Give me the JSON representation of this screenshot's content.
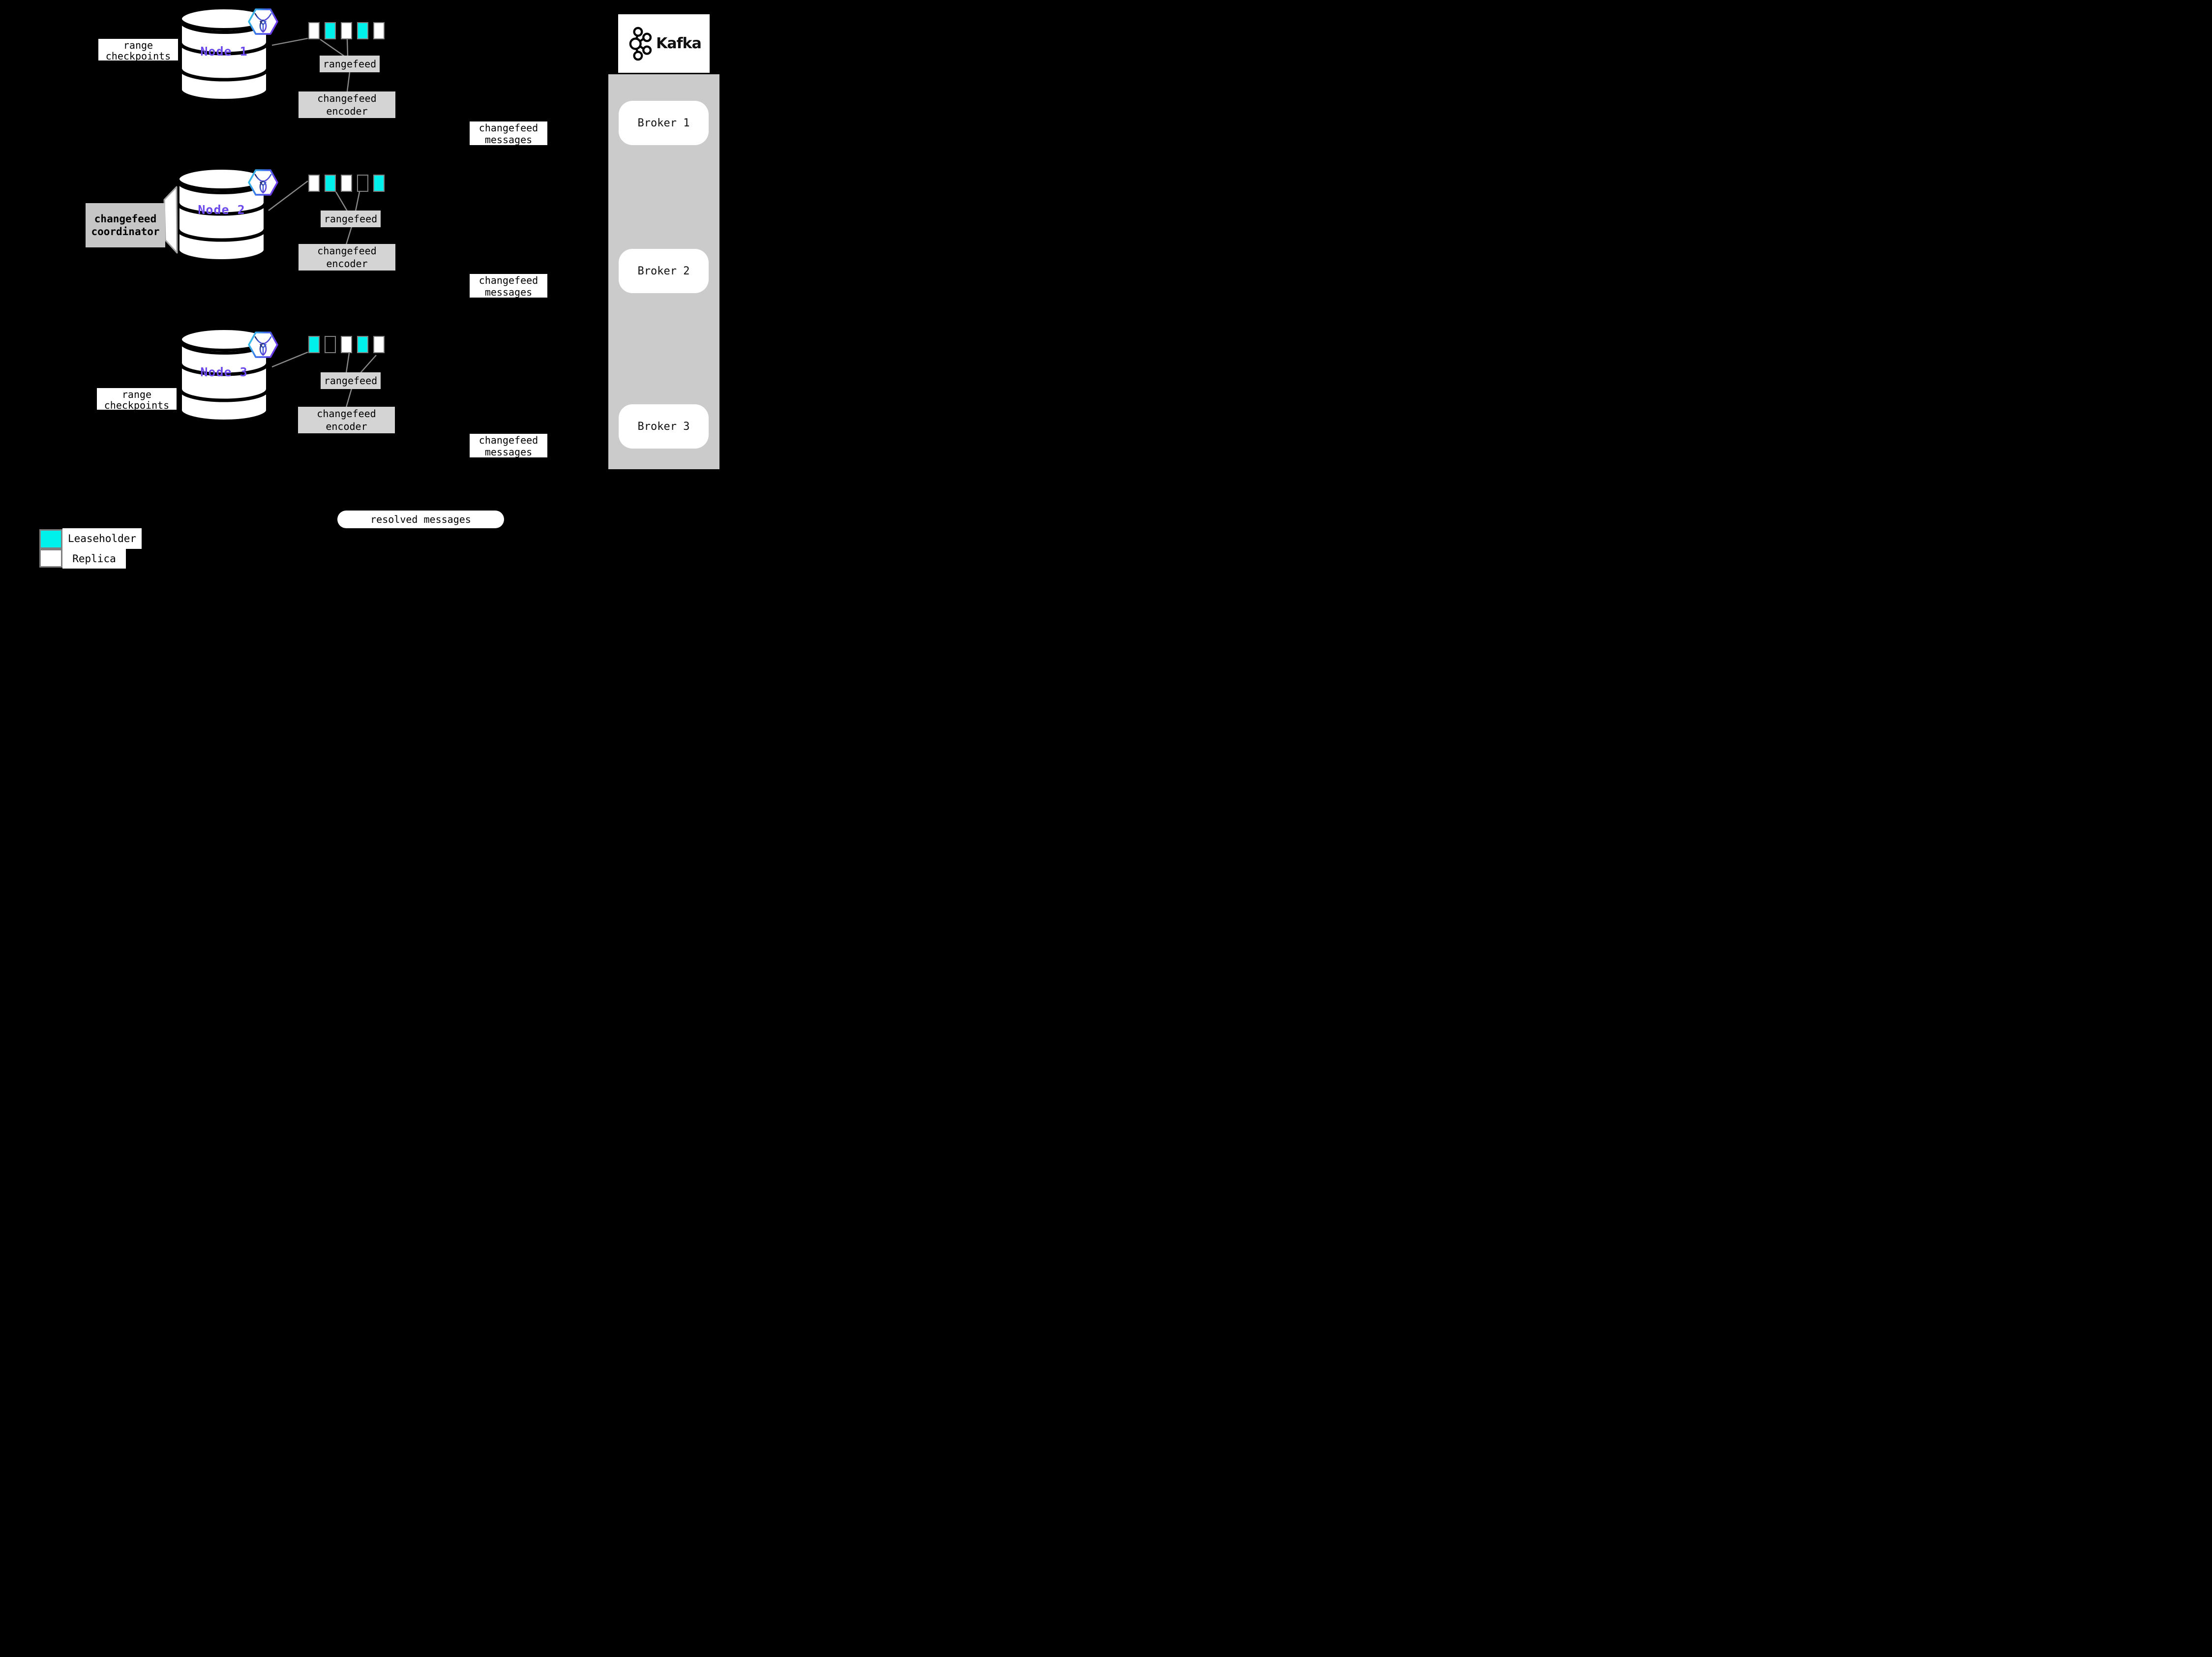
{
  "colors": {
    "background": "#000000",
    "leaseholder": "#00F0EC",
    "replica_fill": "#FFFFFF",
    "empty_fill": "#000000",
    "swatch_border": "#7F7F7F",
    "box_gray": "#D4D4D4",
    "coordinator_gray": "#C6C6C6",
    "container_gray": "#CBCBCB",
    "node_label": "#6B49EC",
    "line_gray": "#8A8A8A",
    "white": "#FFFFFF",
    "crdb_cyan": "#35D6E8",
    "crdb_purple": "#6A3BE8"
  },
  "nodes": [
    {
      "name": "Node 1",
      "side_label": "range checkpoints",
      "replicas": [
        "replica",
        "leaseholder",
        "replica",
        "leaseholder",
        "replica"
      ],
      "rangefeed": "rangefeed",
      "encoder": "changefeed encoder"
    },
    {
      "name": "Node 2",
      "side_label": "changefeed coordinator",
      "replicas": [
        "replica",
        "leaseholder",
        "replica",
        "empty",
        "leaseholder"
      ],
      "rangefeed": "rangefeed",
      "encoder": "changefeed encoder"
    },
    {
      "name": "Node 3",
      "side_label": "range checkpoints",
      "replicas": [
        "leaseholder",
        "empty",
        "replica",
        "leaseholder",
        "replica"
      ],
      "rangefeed": "rangefeed",
      "encoder": "changefeed encoder"
    }
  ],
  "messages": {
    "label": "changefeed messages"
  },
  "kafka": {
    "brand": "Kafka",
    "brokers": [
      "Broker 1",
      "Broker 2",
      "Broker 3"
    ]
  },
  "resolved": "resolved messages",
  "legend": [
    {
      "key": "leaseholder",
      "label": "Leaseholder"
    },
    {
      "key": "replica",
      "label": "Replica"
    }
  ]
}
